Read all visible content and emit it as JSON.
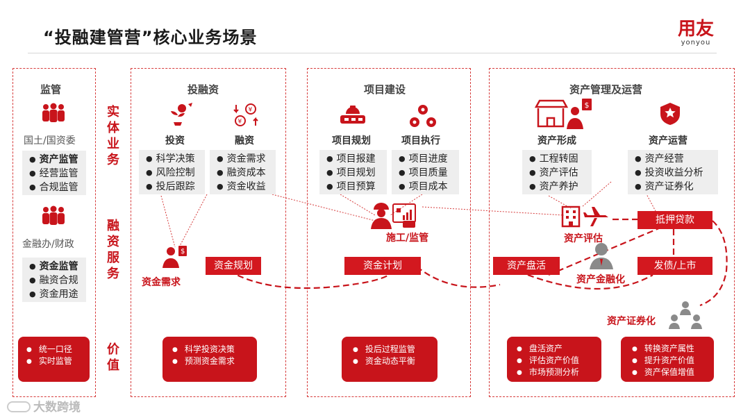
{
  "header": {
    "title": "“投融建管营”核心业务场景",
    "logo_cn": "用友",
    "logo_en": "yonyou"
  },
  "row_labels": {
    "entity": "实体业务",
    "finance": "融资服务",
    "value": "价值"
  },
  "supervision": {
    "title": "监管",
    "group1": {
      "title": "国土/国资委",
      "items": [
        "资产监管",
        "经营监管",
        "合规监管"
      ]
    },
    "group2": {
      "title": "金融办/财政",
      "items": [
        "资金监管",
        "融资合规",
        "资金用途"
      ]
    },
    "value": [
      "统一口径",
      "实时监管"
    ]
  },
  "investment": {
    "title": "投融资",
    "invest": {
      "title": "投资",
      "items": [
        "科学决策",
        "风险控制",
        "投后跟踪"
      ]
    },
    "finance": {
      "title": "融资",
      "items": [
        "资金需求",
        "融资成本",
        "资金收益"
      ]
    },
    "demand_label": "资金需求",
    "plan_label": "资金规划",
    "value": [
      "科学投资决策",
      "预测资金需求"
    ]
  },
  "construction": {
    "title": "项目建设",
    "planning": {
      "title": "项目规划",
      "items": [
        "项目报建",
        "项目规划",
        "项目预算"
      ]
    },
    "execution": {
      "title": "项目执行",
      "items": [
        "项目进度",
        "项目质量",
        "项目成本"
      ]
    },
    "site_label": "施工/监管",
    "plan_label": "资金计划",
    "value": [
      "投后过程监管",
      "资金动态平衡"
    ]
  },
  "asset": {
    "title": "资产管理及运营",
    "formation": {
      "title": "资产形成",
      "items": [
        "工程转固",
        "资产评估",
        "资产养护"
      ]
    },
    "operation": {
      "title": "资产运营",
      "items": [
        "资产经营",
        "投资收益分析",
        "资产证券化"
      ]
    },
    "evaluation_label": "资产评估",
    "revitalize_label": "资产盘活",
    "mortgage_label": "抵押贷款",
    "bond_label": "发债/上市",
    "financialization_label": "资产金融化",
    "securitization_label": "资产证券化",
    "value1": [
      "盘活资产",
      "评估资产价值",
      "市场预测分析"
    ],
    "value2": [
      "转换资产属性",
      "提升资产价值",
      "资产保值增值"
    ]
  },
  "watermark": "大数跨境",
  "colors": {
    "accent": "#c8141b",
    "gray_box": "#eeeeee",
    "dash": "#d63a3a"
  }
}
